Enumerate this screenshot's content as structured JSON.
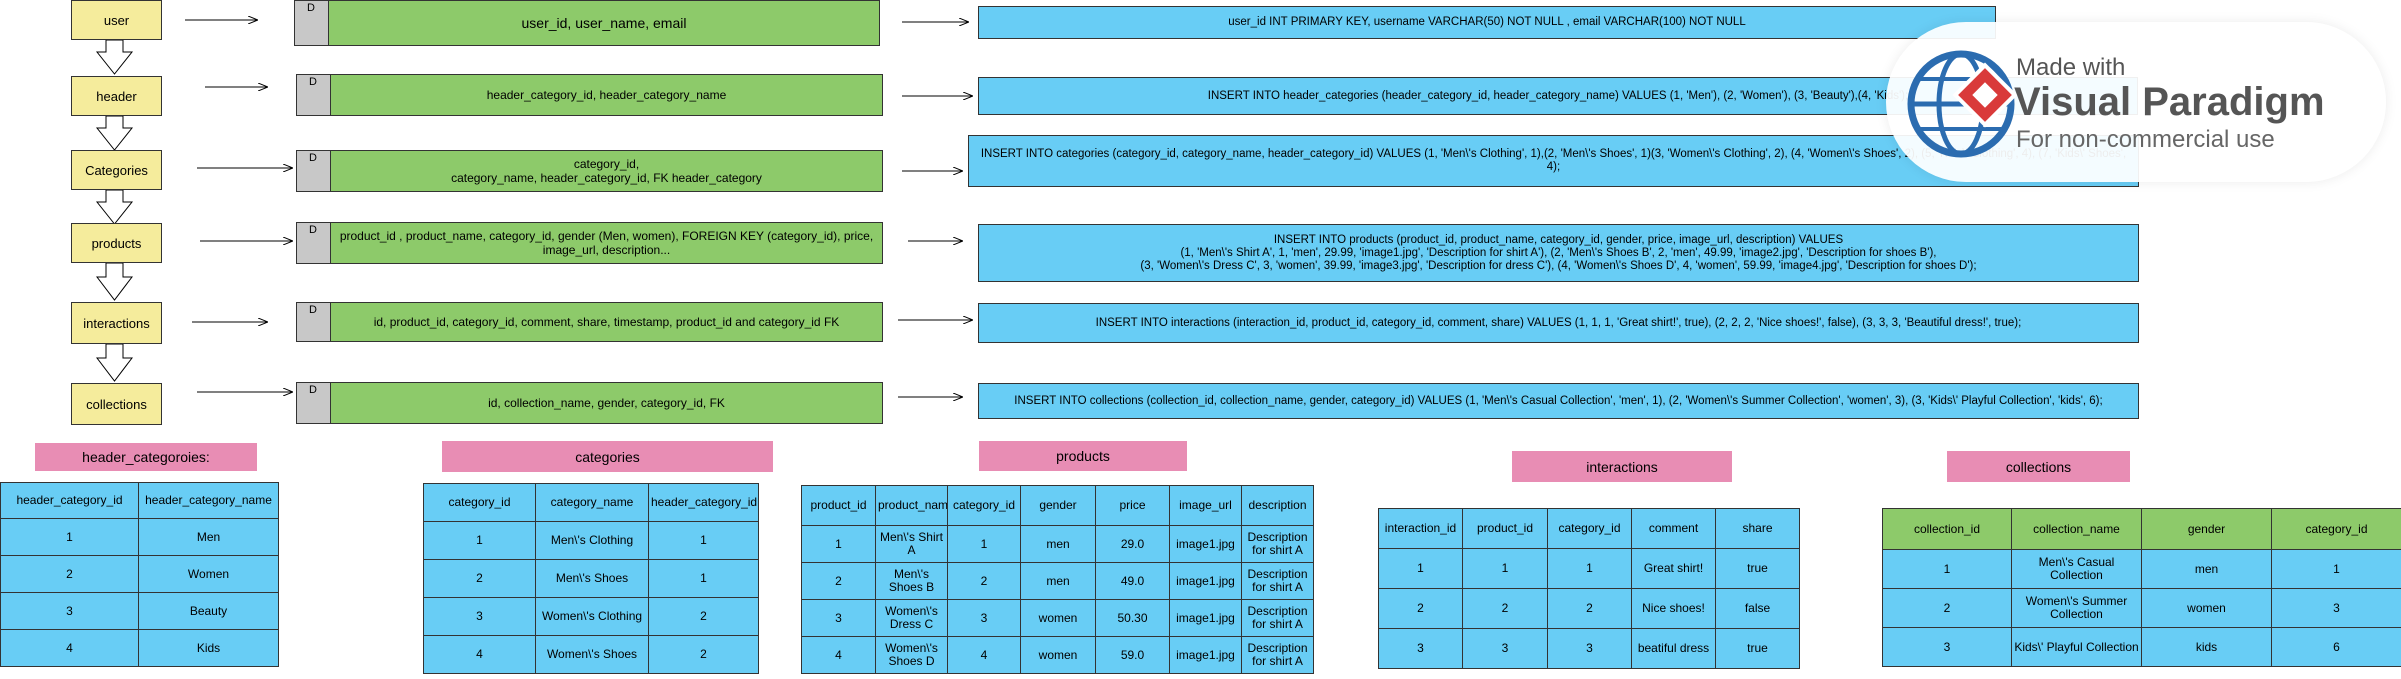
{
  "flow": {
    "entities": [
      {
        "label": "user",
        "fields": "user_id, user_name, email",
        "sql": "user_id INT PRIMARY KEY, username VARCHAR(50) NOT NULL ,  email VARCHAR(100) NOT NULL"
      },
      {
        "label": "header",
        "fields": "header_category_id, header_category_name",
        "sql": "INSERT INTO header_categories (header_category_id, header_category_name) VALUES (1, 'Men'), (2, 'Women'), (3, 'Beauty'),(4, 'Kids');"
      },
      {
        "label": "Categories",
        "fields": "category_id,\ncategory_name, header_category_id, FK header_category",
        "sql": "INSERT INTO categories (category_id, category_name, header_category_id) VALUES (1, 'Men\\'s Clothing', 1),(2, 'Men\\'s Shoes', 1)(3, 'Women\\'s Clothing', 2), (4, 'Women\\'s Shoes', 2), (5, 'Kids\\' Clothing', 4), (7, 'Kids\\' Shoes', 4);"
      },
      {
        "label": "products",
        "fields": "product_id ,  product_name, category_id, gender (Men, women), FOREIGN KEY (category_id),  price, image_url, description...",
        "sql": "INSERT INTO products (product_id, product_name, category_id, gender, price, image_url, description) VALUES\n(1, 'Men\\'s Shirt A', 1, 'men', 29.99, 'image1.jpg', 'Description for shirt A'), (2, 'Men\\'s Shoes B', 2, 'men', 49.99, 'image2.jpg', 'Description for shoes B'),\n(3, 'Women\\'s Dress C', 3, 'women', 39.99, 'image3.jpg', 'Description for dress C'), (4, 'Women\\'s Shoes D', 4, 'women', 59.99, 'image4.jpg', 'Description for shoes D');"
      },
      {
        "label": "interactions",
        "fields": "id, product_id, category_id, comment, share, timestamp, product_id and category_id FK",
        "sql": "INSERT INTO interactions (interaction_id, product_id, category_id, comment, share) VALUES (1, 1, 1, 'Great shirt!', true), (2, 2, 2, 'Nice shoes!', false), (3, 3, 3, 'Beautiful dress!', true);"
      },
      {
        "label": "collections",
        "fields": "id, collection_name, gender, category_id, FK",
        "sql": "INSERT INTO collections (collection_id, collection_name, gender, category_id) VALUES (1, 'Men\\'s Casual Collection', 'men', 1), (2, 'Women\\'s Summer Collection', 'women', 3), (3, 'Kids\\' Playful Collection', 'kids', 6);"
      }
    ],
    "d_marker": "D"
  },
  "watermark": {
    "line1": "Made with",
    "line2": "Visual Paradigm",
    "line3": "For non-commercial use",
    "colors": {
      "globe": "#2b6cb0",
      "diamond": "#d93a3a",
      "text": "#555555"
    }
  },
  "tables": {
    "header_categories": {
      "title": "header_categoroies:",
      "columns": [
        "header_category_id",
        "header_category_name"
      ],
      "rows": [
        [
          "1",
          "Men"
        ],
        [
          "2",
          "Women"
        ],
        [
          "3",
          "Beauty"
        ],
        [
          "4",
          "Kids"
        ]
      ]
    },
    "categories": {
      "title": "categories",
      "columns": [
        "category_id",
        "category_name",
        "header_category_id"
      ],
      "rows": [
        [
          "1",
          "Men\\'s Clothing",
          "1"
        ],
        [
          "2",
          "Men\\'s Shoes",
          "1"
        ],
        [
          "3",
          "Women\\'s Clothing",
          "2"
        ],
        [
          "4",
          "Women\\'s Shoes",
          "2"
        ]
      ]
    },
    "products": {
      "title": "products",
      "columns": [
        "product_id",
        "product_name",
        "category_id",
        "gender",
        "price",
        "image_url",
        "description"
      ],
      "rows": [
        [
          "1",
          "Men\\'s Shirt A",
          "1",
          "men",
          "29.0",
          "image1.jpg",
          "Description for shirt A"
        ],
        [
          "2",
          "Men\\'s Shoes B",
          "2",
          "men",
          "49.0",
          "image1.jpg",
          "Description for shirt A"
        ],
        [
          "3",
          "Women\\'s Dress C",
          "3",
          "women",
          "50.30",
          "image1.jpg",
          "Description for shirt A"
        ],
        [
          "4",
          "Women\\'s Shoes D",
          "4",
          "women",
          "59.0",
          "image1.jpg",
          "Description for shirt A"
        ]
      ]
    },
    "interactions": {
      "title": "interactions",
      "columns": [
        "interaction_id",
        "product_id",
        "category_id",
        "comment",
        "share"
      ],
      "rows": [
        [
          "1",
          "1",
          "1",
          "Great shirt!",
          "true"
        ],
        [
          "2",
          "2",
          "2",
          "Nice shoes!",
          "false"
        ],
        [
          "3",
          "3",
          "3",
          "beatiful dress",
          "true"
        ]
      ]
    },
    "collections": {
      "title": "collections",
      "columns": [
        "collection_id",
        "collection_name",
        "gender",
        "category_id"
      ],
      "rows": [
        [
          "1",
          "Men\\'s Casual Collection",
          "men",
          "1"
        ],
        [
          "2",
          "Women\\'s Summer Collection",
          "women",
          "3"
        ],
        [
          "3",
          "Kids\\' Playful Collection",
          "kids",
          "6"
        ]
      ]
    }
  },
  "colors": {
    "yellow": "#f5ec9c",
    "green": "#8dca6a",
    "blue": "#68cdf5",
    "pink": "#e88db4",
    "gray": "#c8c8c8"
  }
}
